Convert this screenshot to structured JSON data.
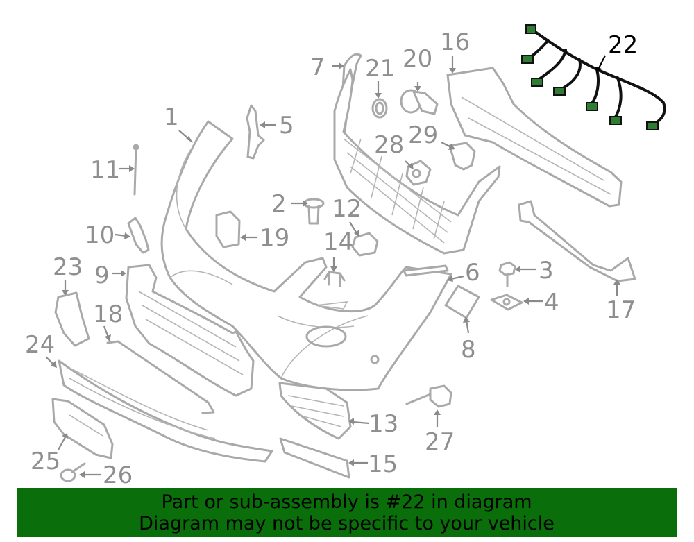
{
  "diagram": {
    "callouts": [
      {
        "id": "1",
        "label": "1"
      },
      {
        "id": "2",
        "label": "2"
      },
      {
        "id": "3",
        "label": "3"
      },
      {
        "id": "4",
        "label": "4"
      },
      {
        "id": "5",
        "label": "5"
      },
      {
        "id": "6",
        "label": "6"
      },
      {
        "id": "7",
        "label": "7"
      },
      {
        "id": "8",
        "label": "8"
      },
      {
        "id": "9",
        "label": "9"
      },
      {
        "id": "10",
        "label": "10"
      },
      {
        "id": "11",
        "label": "11"
      },
      {
        "id": "12",
        "label": "12"
      },
      {
        "id": "13",
        "label": "13"
      },
      {
        "id": "14",
        "label": "14"
      },
      {
        "id": "15",
        "label": "15"
      },
      {
        "id": "16",
        "label": "16"
      },
      {
        "id": "17",
        "label": "17"
      },
      {
        "id": "18",
        "label": "18"
      },
      {
        "id": "19",
        "label": "19"
      },
      {
        "id": "20",
        "label": "20"
      },
      {
        "id": "21",
        "label": "21"
      },
      {
        "id": "22",
        "label": "22"
      },
      {
        "id": "23",
        "label": "23"
      },
      {
        "id": "24",
        "label": "24"
      },
      {
        "id": "25",
        "label": "25"
      },
      {
        "id": "26",
        "label": "26"
      },
      {
        "id": "27",
        "label": "27"
      },
      {
        "id": "28",
        "label": "28"
      },
      {
        "id": "29",
        "label": "29"
      }
    ],
    "highlighted_part": "22",
    "colors": {
      "parts": "#a9a9a9",
      "labels": "#8f8f8f",
      "highlight": "#000000",
      "connector": "#2e7d32"
    }
  },
  "banner": {
    "line1": "Part or sub-assembly is #22 in diagram",
    "line2": "Diagram may not be specific to your vehicle",
    "background": "#0a6e0a"
  }
}
